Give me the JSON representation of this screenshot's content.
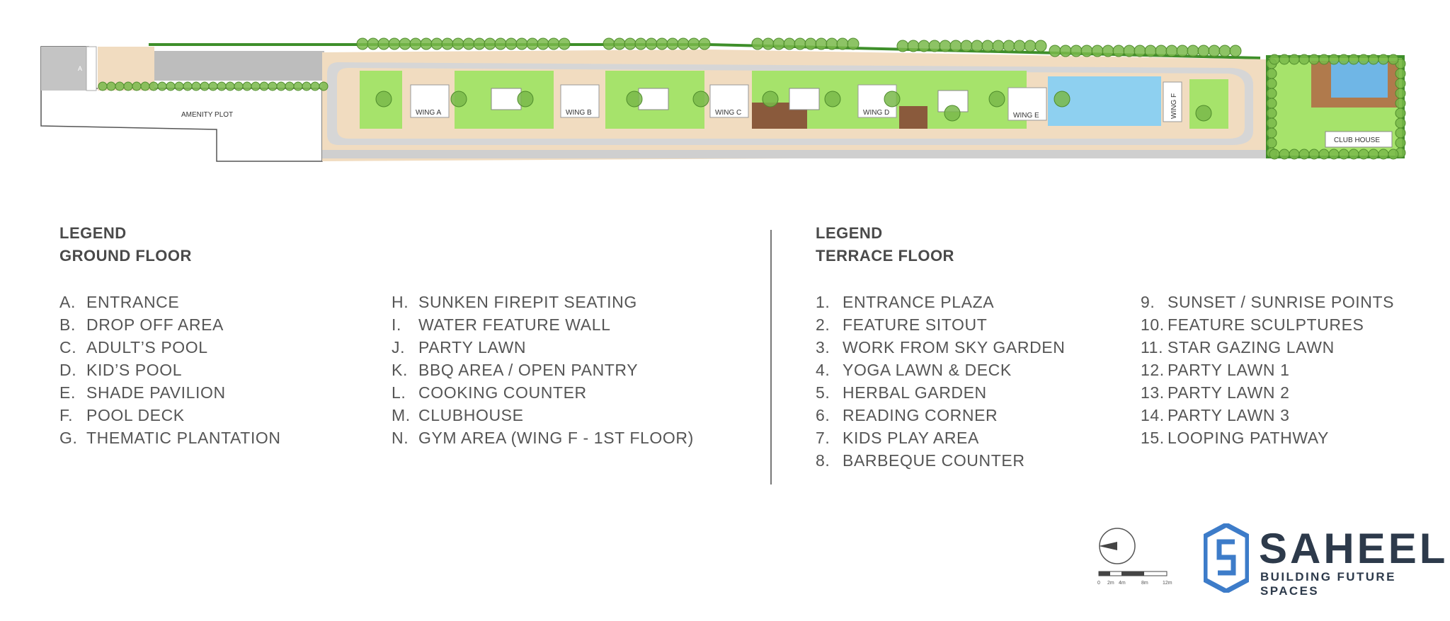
{
  "site_plan": {
    "labels": {
      "amenity_plot": "AMENITY PLOT",
      "club_house": "CLUB HOUSE",
      "wings": [
        "WING A",
        "WING B",
        "WING C",
        "WING D",
        "WING E",
        "WING F"
      ]
    },
    "colors": {
      "lawn": "#a6e36b",
      "paving": "#f1dcc0",
      "road": "#c9c9c9",
      "deck": "#8a5a3c",
      "pool": "#8ed0f0",
      "tree": "#6fae3a",
      "boundary": "#3e8f2a"
    }
  },
  "ground_floor": {
    "title": "LEGEND",
    "subtitle": "GROUND FLOOR",
    "col1": [
      {
        "key": "A.",
        "label": "ENTRANCE"
      },
      {
        "key": "B.",
        "label": "DROP OFF AREA"
      },
      {
        "key": "C.",
        "label": "ADULT’S POOL"
      },
      {
        "key": "D.",
        "label": "KID’S POOL"
      },
      {
        "key": "E.",
        "label": "SHADE PAVILION"
      },
      {
        "key": "F.",
        "label": "POOL DECK"
      },
      {
        "key": "G.",
        "label": "THEMATIC PLANTATION"
      }
    ],
    "col2": [
      {
        "key": "H.",
        "label": "SUNKEN FIREPIT SEATING"
      },
      {
        "key": "I.",
        "label": "WATER FEATURE WALL"
      },
      {
        "key": "J.",
        "label": "PARTY LAWN"
      },
      {
        "key": "K.",
        "label": "BBQ AREA / OPEN PANTRY"
      },
      {
        "key": "L.",
        "label": "COOKING COUNTER"
      },
      {
        "key": "M.",
        "label": "CLUBHOUSE"
      },
      {
        "key": "N.",
        "label": "GYM AREA (WING F - 1ST FLOOR)"
      }
    ]
  },
  "terrace_floor": {
    "title": "LEGEND",
    "subtitle": "TERRACE FLOOR",
    "col1": [
      {
        "key": "1.",
        "label": "ENTRANCE PLAZA"
      },
      {
        "key": "2.",
        "label": "FEATURE SITOUT"
      },
      {
        "key": "3.",
        "label": "WORK FROM SKY GARDEN"
      },
      {
        "key": "4.",
        "label": "YOGA LAWN & DECK"
      },
      {
        "key": "5.",
        "label": "HERBAL GARDEN"
      },
      {
        "key": "6.",
        "label": "READING CORNER"
      },
      {
        "key": "7.",
        "label": "KIDS PLAY AREA"
      },
      {
        "key": "8.",
        "label": "BARBEQUE COUNTER"
      }
    ],
    "col2": [
      {
        "key": "9.",
        "label": "SUNSET / SUNRISE POINTS"
      },
      {
        "key": "10.",
        "label": "FEATURE SCULPTURES"
      },
      {
        "key": "11.",
        "label": "STAR GAZING LAWN"
      },
      {
        "key": "12.",
        "label": "PARTY LAWN 1"
      },
      {
        "key": "13.",
        "label": "PARTY LAWN 2"
      },
      {
        "key": "14.",
        "label": "PARTY LAWN 3"
      },
      {
        "key": "15.",
        "label": "LOOPING PATHWAY"
      }
    ]
  },
  "scale_bar": {
    "ticks": [
      "0",
      "2m",
      "4m",
      "8m",
      "12m"
    ]
  },
  "brand": {
    "name": "SAHEEL",
    "tagline": "BUILDING FUTURE SPACES",
    "color": "#2d3a4b",
    "logo_color": "#3d7cc9"
  }
}
